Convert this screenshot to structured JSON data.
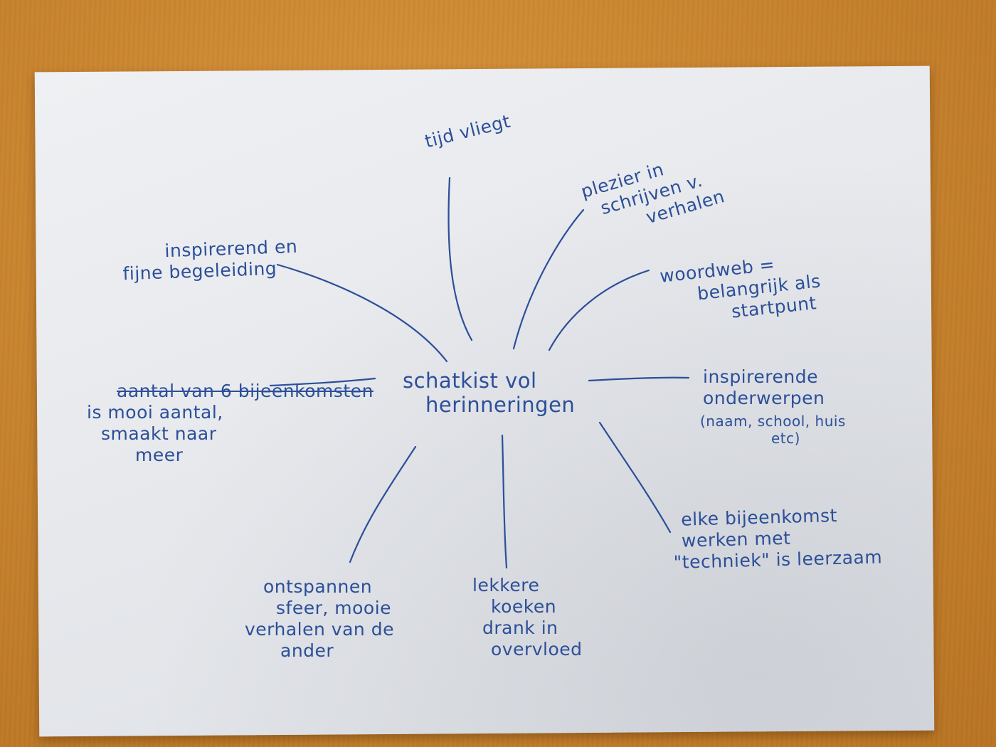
{
  "mindmap": {
    "center": [
      "schatkist vol",
      "herinneringen"
    ],
    "branches": {
      "top": [
        "tijd vliegt"
      ],
      "top_right": [
        "plezier in",
        "schrijven v.",
        "verhalen"
      ],
      "right_upper": [
        "woordweb =",
        "belangrijk als",
        "startpunt"
      ],
      "right": [
        "inspirerende",
        "onderwerpen"
      ],
      "right_note": [
        "(naam, school, huis",
        "etc)"
      ],
      "bottom_right": [
        "elke bijeenkomst",
        "werken met",
        "\"techniek\" is leerzaam"
      ],
      "bottom": [
        "lekkere",
        "koeken",
        "drank in",
        "overvloed"
      ],
      "bottom_left": [
        "ontspannen",
        "sfeer, mooie",
        "verhalen van de",
        "ander"
      ],
      "left": [
        "aantal van 6 bijeenkomsten",
        "is mooi aantal,",
        "smaakt naar",
        "meer"
      ],
      "top_left": [
        "inspirerend en",
        "fijne begeleiding"
      ]
    }
  },
  "colors": {
    "ink": "#2c4f99",
    "paper": "#e6e8ec",
    "table": "#c98530"
  }
}
